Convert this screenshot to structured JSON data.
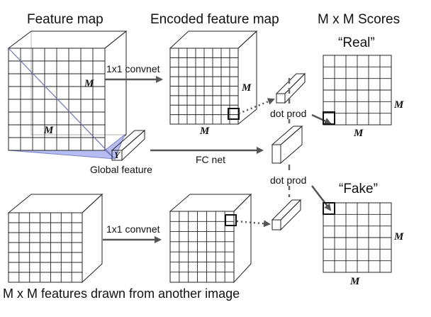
{
  "headers": {
    "feature_map": "Feature map",
    "encoded_feature_map": "Encoded feature map",
    "scores": "M x M Scores"
  },
  "labels": {
    "conv_top": "1x1 convnet",
    "conv_bottom": "1x1 convnet",
    "fc_net": "FC net",
    "global_feature": "Global feature",
    "dot_prod_top": "dot prod",
    "dot_prod_bottom": "dot prod",
    "real": "“Real”",
    "fake": "“Fake”",
    "footer": "M x M features drawn from another image"
  },
  "symbols": {
    "m": "M",
    "y": "Y"
  },
  "colors": {
    "green_fill": "#e6f2dc",
    "blue_fill": "#a9b0ee",
    "blue_cone": "#b7bdf2",
    "yellow_fill": "#e4e58f",
    "pink_fill": "#f8d9e0",
    "arrow": "#555555"
  }
}
